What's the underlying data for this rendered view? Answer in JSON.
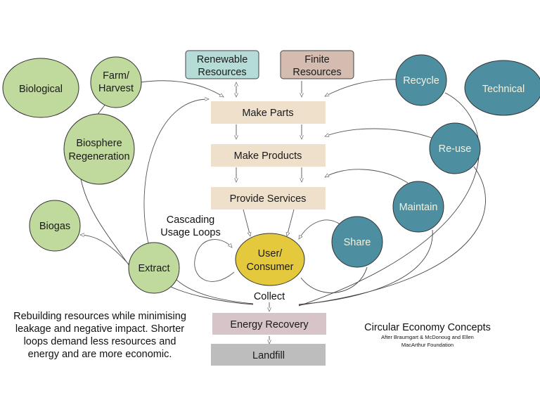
{
  "title": "Circular Economy Concepts",
  "subtitle_line1": "After Braumgart & McDonoug and Ellen",
  "subtitle_line2": "MacArthur Foundation",
  "description": [
    "Rebuilding resources while minimising",
    "leakage and negative impact. Shorter",
    "loops demand less resources and",
    "energy and are more economic."
  ],
  "colors": {
    "biological": "#c0d99c",
    "technical": "#4e8ea1",
    "renewable": "#b5dcd6",
    "finite": "#d4bcb1",
    "process": "#eee0cb",
    "consumer": "#e5c93c",
    "energy_recovery": "#d6c4c9",
    "landfill": "#bdbdbd"
  },
  "biological_nodes": {
    "biological": "Biological",
    "farm_harvest": [
      "Farm/",
      "Harvest"
    ],
    "biosphere_regeneration": [
      "Biosphere",
      "Regeneration"
    ],
    "biogas": "Biogas",
    "extract": "Extract"
  },
  "technical_nodes": {
    "technical": "Technical",
    "recycle": "Recycle",
    "reuse": "Re-use",
    "maintain": "Maintain",
    "share": "Share"
  },
  "resources": {
    "renewable": [
      "Renewable",
      "Resources"
    ],
    "finite": [
      "Finite",
      "Resources"
    ]
  },
  "process_steps": {
    "make_parts": "Make Parts",
    "make_products": "Make Products",
    "provide_services": "Provide Services"
  },
  "consumer": [
    "User/",
    "Consumer"
  ],
  "cascading_label": [
    "Cascading",
    "Usage Loops"
  ],
  "collect_label": "Collect",
  "end_of_life": {
    "energy_recovery": "Energy Recovery",
    "landfill": "Landfill"
  }
}
